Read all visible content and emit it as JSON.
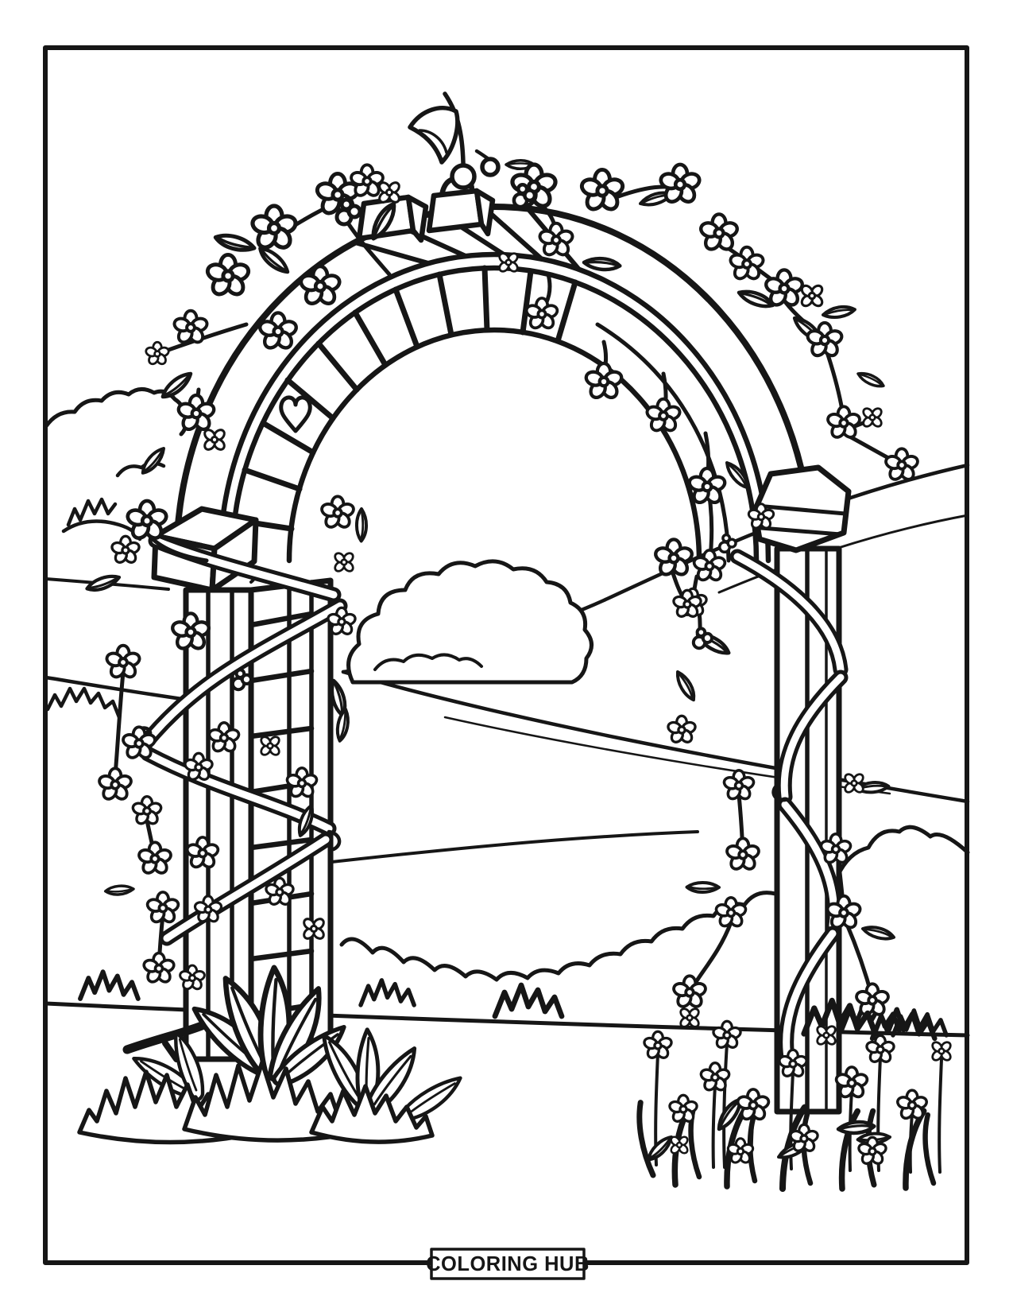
{
  "footer": {
    "brand_label": "COLORING HUB"
  },
  "colors": {
    "ink": "#161616",
    "paper": "#ffffff"
  },
  "illustration": {
    "alt": "Black-and-white line-art coloring page of a garden arch trellis covered in climbing vines and five-petal blossoms, with rolling hills, hedges, bushes, grass tufts and flower beds at its base",
    "elements": [
      "page-frame",
      "garden-arch-trellis",
      "arch-lattice-rungs",
      "left-lattice-post",
      "right-lattice-post",
      "post-cap",
      "post-knob",
      "climbing-vines",
      "blossom-flowers",
      "bud-clusters",
      "leaves",
      "rolling-hills",
      "center-bush",
      "hedgerow",
      "grass-tufts",
      "left-base-bush",
      "right-flower-bed",
      "ground-line"
    ]
  }
}
